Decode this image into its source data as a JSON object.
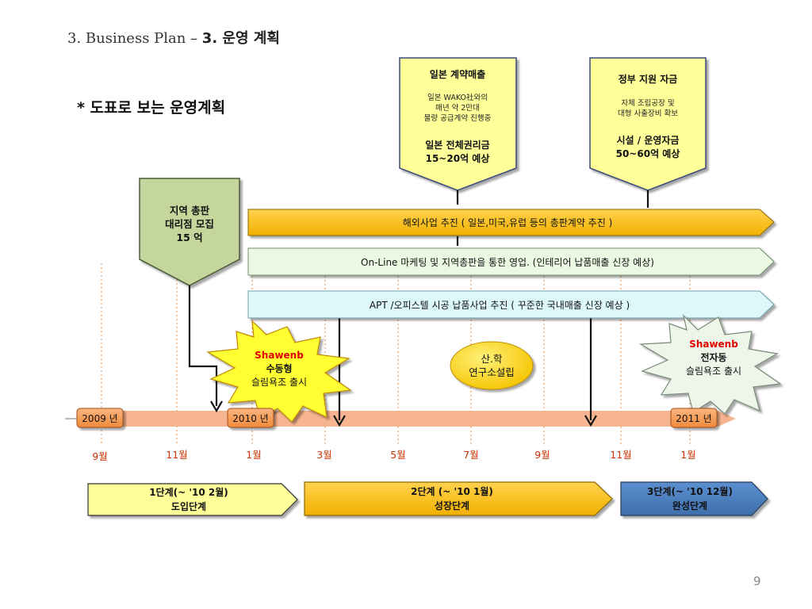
{
  "header": {
    "title_prefix": "3.  Business Plan – ",
    "title_bold": "3.  운영 계획",
    "subtitle": "*  도표로 보는 운영계획",
    "page_number": "9"
  },
  "callouts": {
    "local": {
      "lines": [
        "지역  총판",
        "대리점 모집",
        "15 억"
      ]
    },
    "japan": {
      "title": "일본 계약매출",
      "body": [
        "일본 WAKO社와의",
        "매년  약 2만대",
        "물량 공급계약 진행중"
      ],
      "footer": [
        "일본 전체권리금",
        "15~20억 예상"
      ]
    },
    "gov": {
      "title": "정부 지원 자금",
      "body": [
        "자체 조립공장 및",
        "대형 사출장비 확보"
      ],
      "footer": [
        "시설 / 운영자금",
        "50~60억 예상"
      ]
    }
  },
  "arrows": {
    "overseas": "해외사업 추진 ( 일본,미국,유럽 등의 총판계약 추진 )",
    "online": "On-Line 마케팅 및 지역총판을 통한 영업. (인테리어 납품매출 신장 예상)",
    "apt": "APT /오피스텔  시공 납품사업 추진 ( 꾸준한 국내매출 신장 예상 )"
  },
  "bursts": {
    "manual": {
      "brand": "Shawenb",
      "lines": [
        "수동형",
        "슬림욕조 출시"
      ]
    },
    "electric": {
      "brand": "Shawenb",
      "lines": [
        "전자동",
        "슬림욕조 출시"
      ]
    }
  },
  "lab": {
    "lines": [
      "산.학",
      "연구소설립"
    ]
  },
  "timeline": {
    "years": [
      "2009  년",
      "2010  년",
      "2011  년"
    ],
    "months": [
      "9월",
      "11월",
      "1월",
      "3월",
      "5월",
      "7월",
      "9월",
      "11월",
      "1월"
    ]
  },
  "stages": [
    {
      "label": "1단계(~ '10  2월)",
      "name": "도입단계"
    },
    {
      "label": "2단계 (~ '10  1월)",
      "name": "성장단계"
    },
    {
      "label": "3단계(~ '10  12월)",
      "name": "완성단계"
    }
  ],
  "colors": {
    "callout_green": "#c4d69b",
    "callout_yellow": "#ffff99",
    "arrow_orange": "#ffc000",
    "arrow_green": "#ebf9e3",
    "arrow_cyan": "#dcf8fb",
    "timeline_bar": "#f7b08a",
    "year_box": "#f79646",
    "month_text": "#cc3300",
    "stage_yellow": "#ffff99",
    "stage_orange": "#ffc000",
    "stage_blue": "#4f81bd"
  }
}
